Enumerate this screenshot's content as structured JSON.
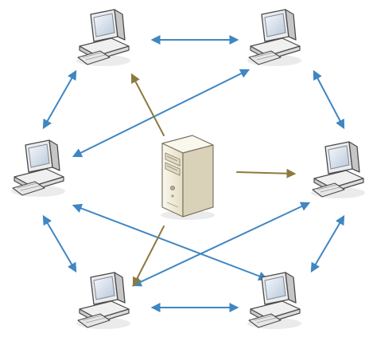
{
  "diagram": {
    "type": "network-topology",
    "description_visible_text": "",
    "colors": {
      "background": "#ffffff",
      "peer_link": "#3f86c3",
      "server_link": "#8c7a3e",
      "monitor_body": "#ececec",
      "monitor_outline": "#4a4a4a",
      "screen": "#dfe7f1",
      "tower_body": "#f1eddd",
      "tower_side": "#d9d2b8"
    },
    "server": {
      "name": "server",
      "icon": "server-tower-icon"
    },
    "computers": [
      {
        "name": "computer-top-left",
        "icon": "desktop-computer-icon"
      },
      {
        "name": "computer-top-right",
        "icon": "desktop-computer-icon"
      },
      {
        "name": "computer-middle-left",
        "icon": "desktop-computer-icon"
      },
      {
        "name": "computer-middle-right",
        "icon": "desktop-computer-icon"
      },
      {
        "name": "computer-bottom-left",
        "icon": "desktop-computer-icon"
      },
      {
        "name": "computer-bottom-right",
        "icon": "desktop-computer-icon"
      }
    ],
    "links": [
      {
        "name": "link-top-left-top-right",
        "from": "computer-top-left",
        "to": "computer-top-right",
        "kind": "peer",
        "arrows": "both"
      },
      {
        "name": "link-top-left-middle-left",
        "from": "computer-top-left",
        "to": "computer-middle-left",
        "kind": "peer",
        "arrows": "both"
      },
      {
        "name": "link-top-right-middle-right",
        "from": "computer-top-right",
        "to": "computer-middle-right",
        "kind": "peer",
        "arrows": "both"
      },
      {
        "name": "link-middle-left-bottom-left",
        "from": "computer-middle-left",
        "to": "computer-bottom-left",
        "kind": "peer",
        "arrows": "both"
      },
      {
        "name": "link-middle-right-bottom-right",
        "from": "computer-middle-right",
        "to": "computer-bottom-right",
        "kind": "peer",
        "arrows": "both"
      },
      {
        "name": "link-bottom-left-bottom-right",
        "from": "computer-bottom-left",
        "to": "computer-bottom-right",
        "kind": "peer",
        "arrows": "both"
      },
      {
        "name": "link-top-right-middle-left",
        "from": "computer-top-right",
        "to": "computer-middle-left",
        "kind": "peer",
        "arrows": "both"
      },
      {
        "name": "link-middle-left-bottom-right",
        "from": "computer-middle-left",
        "to": "computer-bottom-right",
        "kind": "peer",
        "arrows": "both"
      },
      {
        "name": "link-bottom-left-middle-right",
        "from": "computer-bottom-left",
        "to": "computer-middle-right",
        "kind": "peer",
        "arrows": "both"
      },
      {
        "name": "link-server-top-left",
        "from": "server",
        "to": "computer-top-left",
        "kind": "server",
        "arrows": "end"
      },
      {
        "name": "link-server-middle-right",
        "from": "server",
        "to": "computer-middle-right",
        "kind": "server",
        "arrows": "end"
      },
      {
        "name": "link-server-bottom-left",
        "from": "server",
        "to": "computer-bottom-left",
        "kind": "server",
        "arrows": "end"
      }
    ]
  }
}
